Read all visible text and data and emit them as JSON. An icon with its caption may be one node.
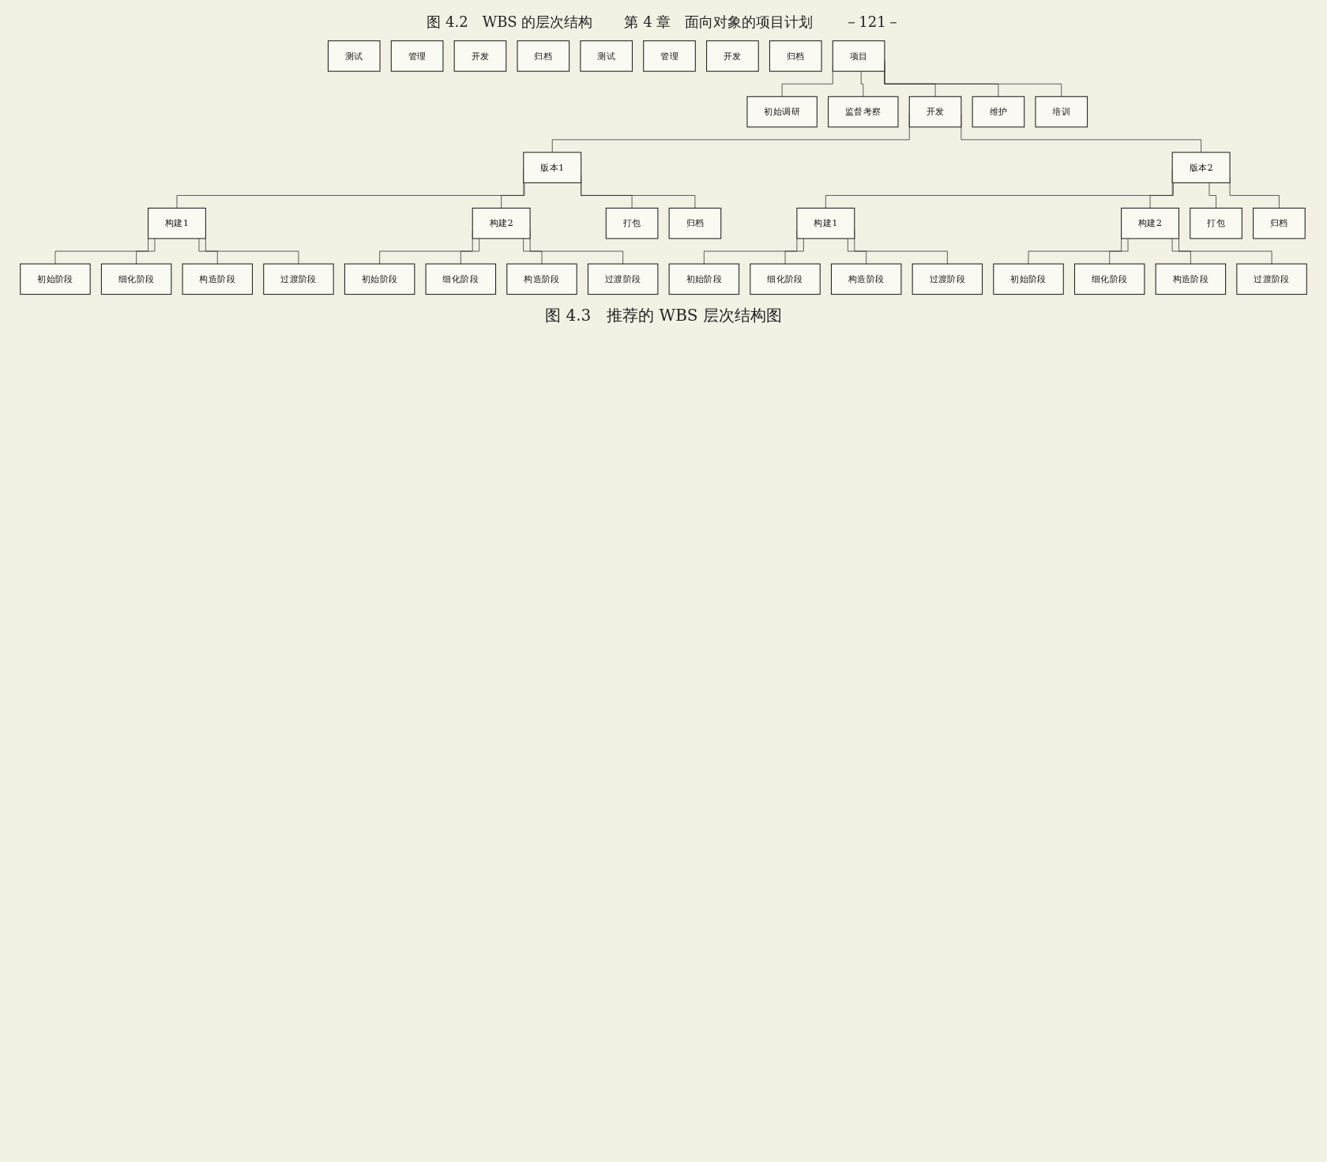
{
  "diagram": {
    "caption": "图 4.3　推荐的 WBS 层次结构图",
    "nodes": [
      {
        "text": [
          "测试"
        ]
      },
      {
        "text": [
          "管理"
        ]
      },
      {
        "text": [
          "开发"
        ]
      },
      {
        "text": [
          "归档"
        ]
      },
      {
        "text": [
          "测试"
        ]
      },
      {
        "text": [
          "管理"
        ]
      },
      {
        "text": [
          "开发"
        ]
      },
      {
        "text": [
          "归档"
        ]
      },
      {
        "text": [
          "项目"
        ]
      },
      {
        "text": [
          "初始调研"
        ]
      },
      {
        "text": [
          "监督考察"
        ]
      },
      {
        "text": [
          "开发"
        ]
      },
      {
        "text": [
          "维护"
        ]
      },
      {
        "text": [
          "培训"
        ]
      },
      {
        "text": [
          "版本1"
        ]
      },
      {
        "text": [
          "版本2"
        ]
      },
      {
        "text": [
          "构建1"
        ]
      },
      {
        "text": [
          "构建2"
        ]
      },
      {
        "text": [
          "打包"
        ]
      },
      {
        "text": [
          "归档"
        ]
      },
      {
        "text": [
          "构建1"
        ]
      },
      {
        "text": [
          "构建2"
        ]
      },
      {
        "text": [
          "打包"
        ]
      },
      {
        "text": [
          "归档"
        ]
      },
      {
        "text": [
          "初始阶段"
        ]
      },
      {
        "text": [
          "细化阶段"
        ]
      },
      {
        "text": [
          "构造阶段"
        ]
      },
      {
        "text": [
          "过渡阶段"
        ]
      },
      {
        "text": [
          "初始阶段"
        ]
      },
      {
        "text": [
          "细化阶段"
        ]
      },
      {
        "text": [
          "构造阶段"
        ]
      },
      {
        "text": [
          "过渡阶段"
        ]
      },
      {
        "text": [
          "初始阶段"
        ]
      },
      {
        "text": [
          "细化阶段"
        ]
      },
      {
        "text": [
          "构造阶段"
        ]
      },
      {
        "text": [
          "过渡阶段"
        ]
      },
      {
        "text": [
          "初始阶段"
        ]
      },
      {
        "text": [
          "细化阶段"
        ]
      },
      {
        "text": [
          "构造阶段"
        ]
      },
      {
        "text": [
          "过渡阶段"
        ]
      }
    ],
    "edges": [
      {
        "from": 8,
        "to": 9,
        "arrow": "none"
      },
      {
        "from": 8,
        "to": 10,
        "arrow": "none"
      },
      {
        "from": 8,
        "to": 11,
        "arrow": "none"
      },
      {
        "from": 8,
        "to": 12,
        "arrow": "none"
      },
      {
        "from": 8,
        "to": 13,
        "arrow": "none"
      },
      {
        "from": 11,
        "to": 14,
        "arrow": "none"
      },
      {
        "from": 11,
        "to": 15,
        "arrow": "none"
      },
      {
        "from": 14,
        "to": 16,
        "arrow": "none"
      },
      {
        "from": 14,
        "to": 17,
        "arrow": "none"
      },
      {
        "from": 14,
        "to": 18,
        "arrow": "none"
      },
      {
        "from": 14,
        "to": 19,
        "arrow": "none"
      },
      {
        "from": 15,
        "to": 20,
        "arrow": "none"
      },
      {
        "from": 15,
        "to": 21,
        "arrow": "none"
      },
      {
        "from": 15,
        "to": 22,
        "arrow": "none"
      },
      {
        "from": 15,
        "to": 23,
        "arrow": "none"
      },
      {
        "from": 17,
        "to": 24,
        "arrow": "none"
      },
      {
        "from": 17,
        "to": 25,
        "arrow": "none"
      },
      {
        "from": 17,
        "to": 26,
        "arrow": "none"
      },
      {
        "from": 17,
        "to": 27,
        "arrow": "none"
      },
      {
        "from": 16,
        "to": 28,
        "arrow": "none"
      },
      {
        "from": 16,
        "to": 29,
        "arrow": "none"
      },
      {
        "from": 16,
        "to": 30,
        "arrow": "none"
      },
      {
        "from": 16,
        "to": 31,
        "arrow": "none"
      },
      {
        "from": 21,
        "to": 32,
        "arrow": "none"
      },
      {
        "from": 21,
        "to": 33,
        "arrow": "none"
      },
      {
        "from": 21,
        "to": 34,
        "arrow": "none"
      },
      {
        "from": 21,
        "to": 35,
        "arrow": "none"
      },
      {
        "from": 20,
        "to": 36,
        "arrow": "none"
      },
      {
        "from": 20,
        "to": 37,
        "arrow": "none"
      },
      {
        "from": 20,
        "to": 38,
        "arrow": "none"
      },
      {
        "from": 20,
        "to": 39,
        "arrow": "none"
      }
    ],
    "labels": [
      "图 4.2　WBS 的层次结构",
      "第 4 章　面向对象的项目计划",
      "－121－"
    ]
  }
}
